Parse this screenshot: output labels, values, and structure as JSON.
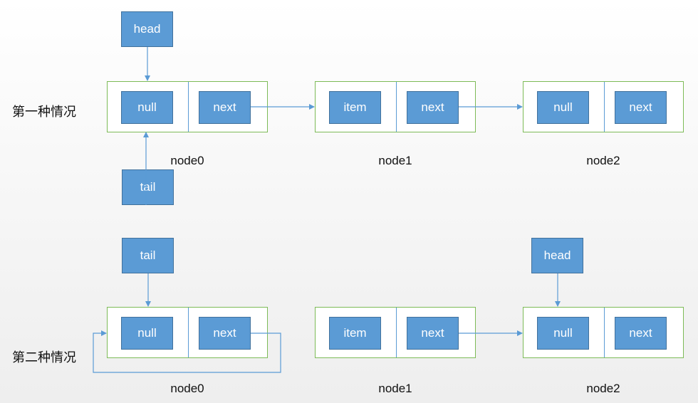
{
  "case1": {
    "label": "第一种情况",
    "nodes": [
      {
        "name": "node0",
        "left_field": "null",
        "right_field": "next"
      },
      {
        "name": "node1",
        "left_field": "item",
        "right_field": "next"
      },
      {
        "name": "node2",
        "left_field": "null",
        "right_field": "next"
      }
    ],
    "head_label": "head",
    "tail_label": "tail"
  },
  "case2": {
    "label": "第二种情况",
    "nodes": [
      {
        "name": "node0",
        "left_field": "null",
        "right_field": "next"
      },
      {
        "name": "node1",
        "left_field": "item",
        "right_field": "next"
      },
      {
        "name": "node2",
        "left_field": "null",
        "right_field": "next"
      }
    ],
    "head_label": "head",
    "tail_label": "tail"
  },
  "colors": {
    "box_fill": "#5b9bd5",
    "node_border": "#7dbb57",
    "arrow": "#5b9bd5"
  }
}
